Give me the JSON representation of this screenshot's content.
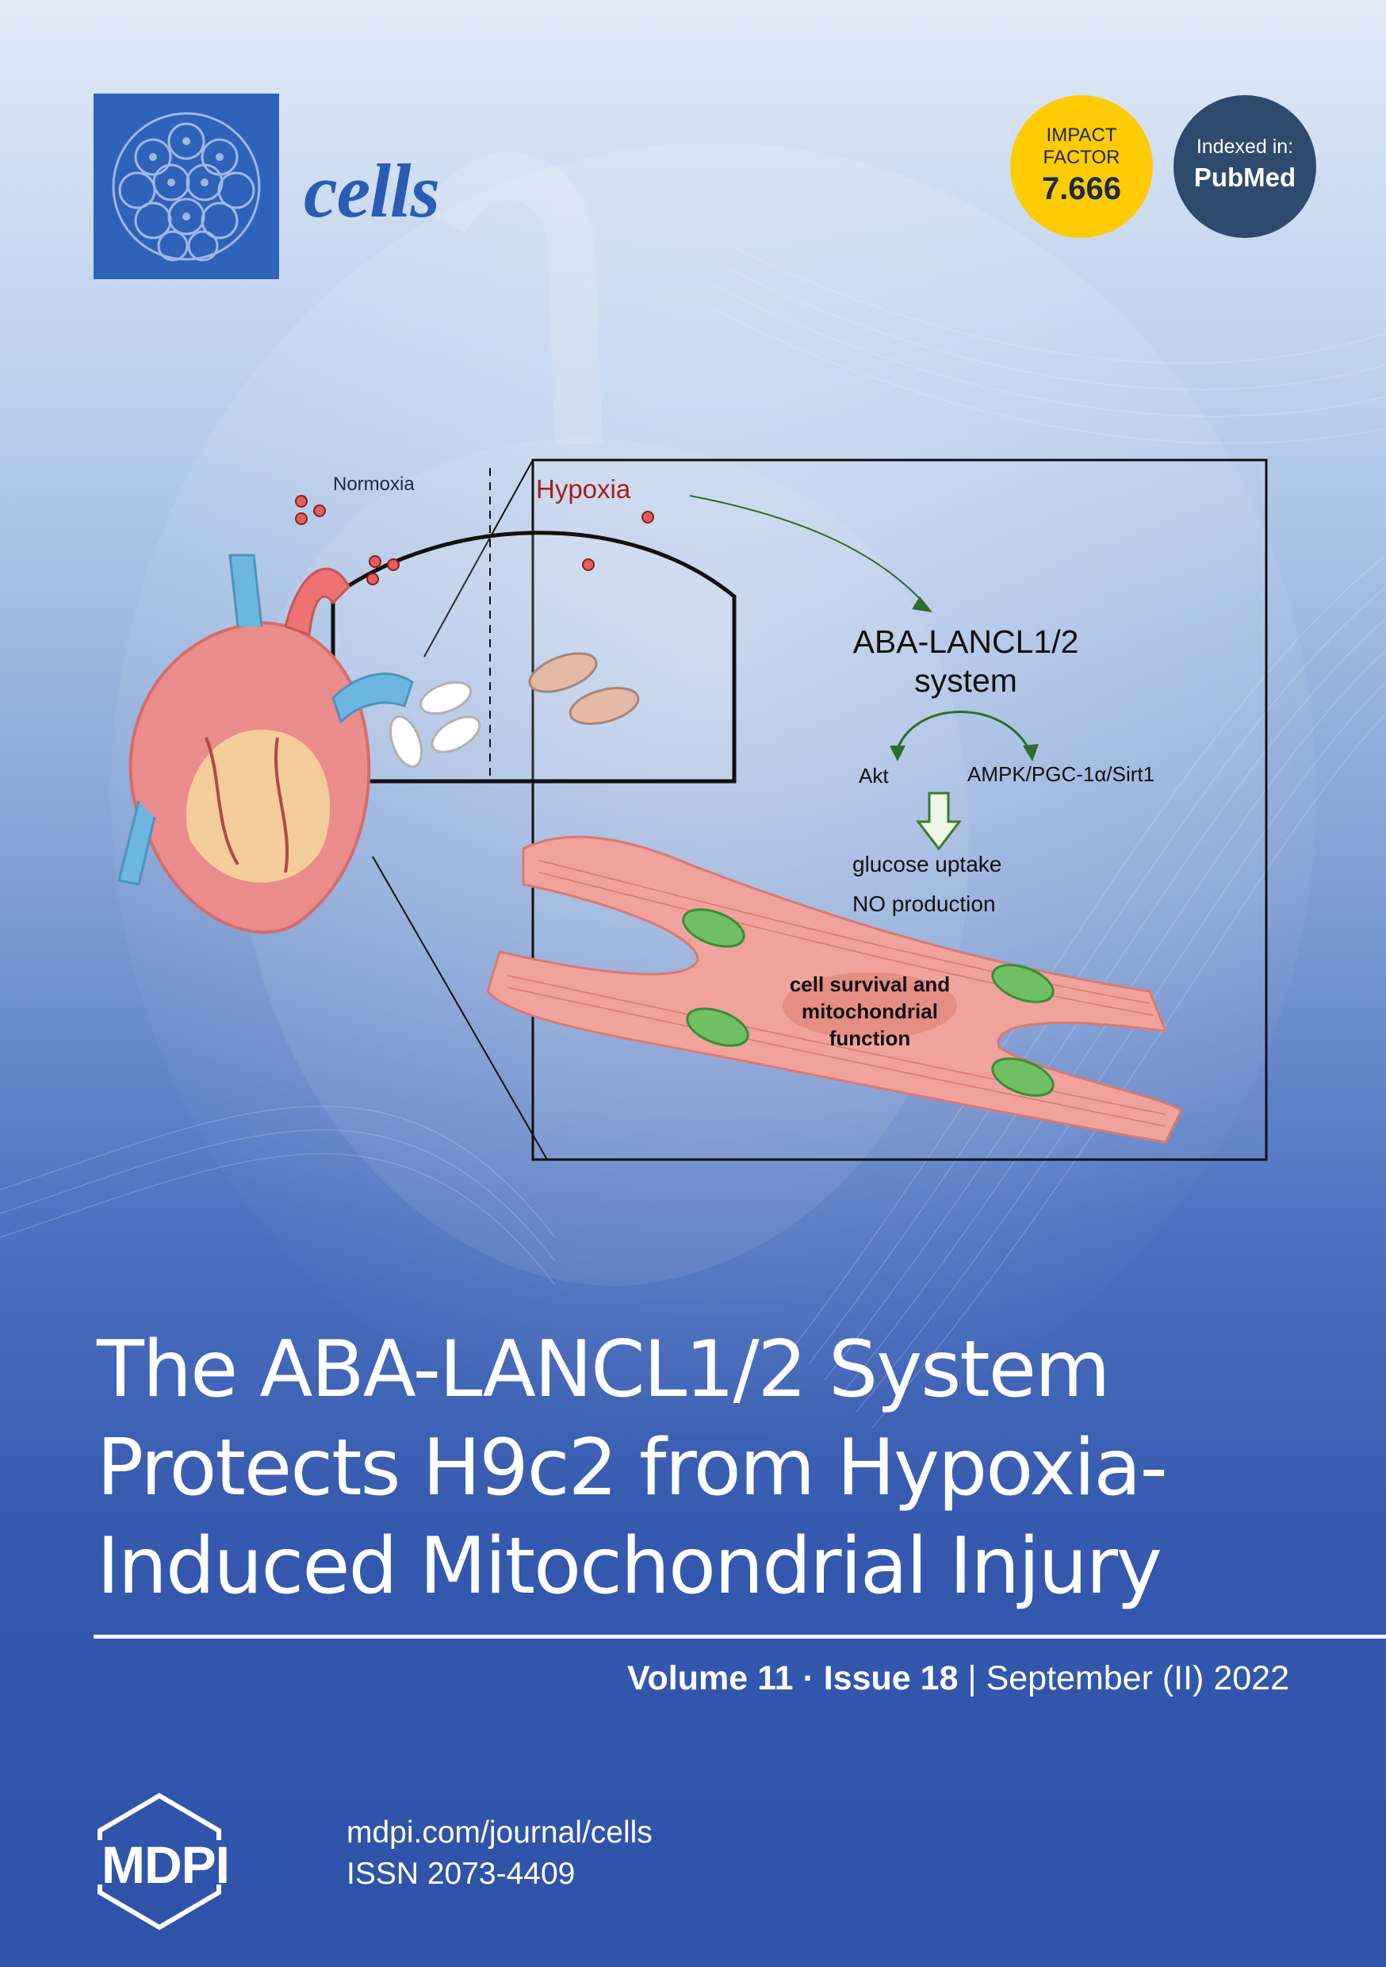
{
  "journal": {
    "name": "cells",
    "logo_icon": "cell-cluster-icon"
  },
  "badges": {
    "impact_label_1": "IMPACT",
    "impact_label_2": "FACTOR",
    "impact_value": "7.666",
    "indexed_label": "Indexed in:",
    "indexed_value": "PubMed"
  },
  "figure": {
    "normoxia": "Normoxia",
    "hypoxia": "Hypoxia",
    "system_line1": "ABA-LANCL1/2",
    "system_line2": "system",
    "akt": "Akt",
    "ampk": "AMPK/PGC-1α/Sirt1",
    "glucose": "glucose uptake",
    "no_production": "NO production",
    "cell_label_1": "cell survival and",
    "cell_label_2": "mitochondrial",
    "cell_label_3": "function"
  },
  "title": {
    "line1": "The ABA-LANCL1/2 System",
    "line2": "Protects H9c2 from Hypoxia-",
    "line3": "Induced Mitochondrial Injury"
  },
  "issue": {
    "volume": "Volume 11",
    "separator": " · ",
    "issue": "Issue 18",
    "pipe": " | ",
    "date": "September (II) 2022"
  },
  "footer": {
    "publisher": "MDPI",
    "url": "mdpi.com/journal/cells",
    "issn": "ISSN 2073-4409"
  },
  "colors": {
    "brand_blue": "#2f62b9",
    "impact_yellow": "#ffcb05",
    "pubmed_navy": "#2f4a6d",
    "hypoxia_red": "#a61e1e"
  }
}
